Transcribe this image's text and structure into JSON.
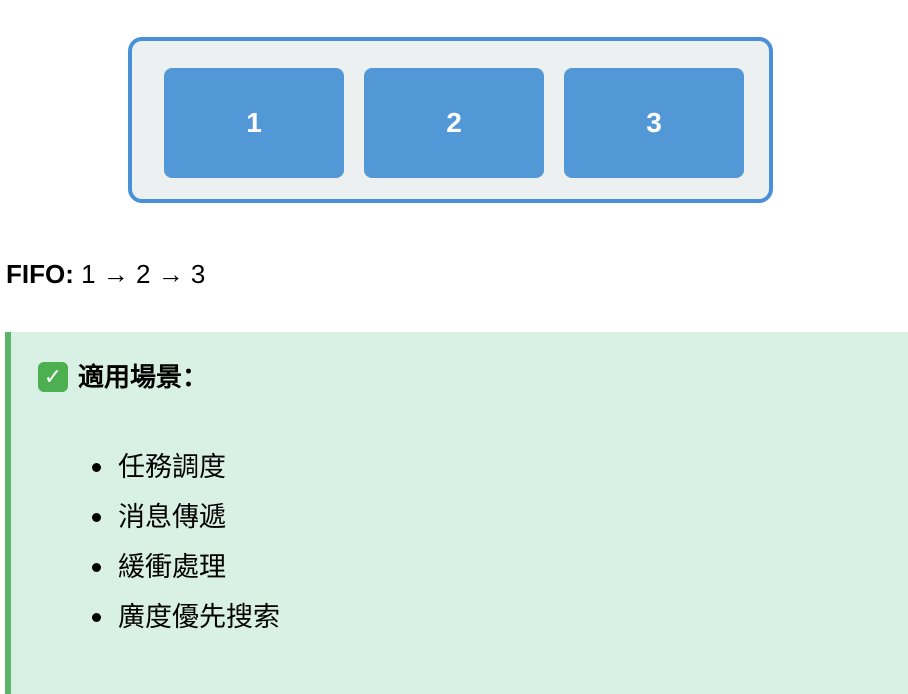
{
  "queue": {
    "items": [
      "1",
      "2",
      "3"
    ]
  },
  "fifo": {
    "label": "FIFO:",
    "sequence": "1 → 2 → 3"
  },
  "usecases": {
    "icon": "check-mark-icon",
    "title": "適用場景：",
    "items": [
      "任務調度",
      "消息傳遞",
      "緩衝處理",
      "廣度優先搜索"
    ]
  },
  "colors": {
    "queue_border": "#4a90d9",
    "queue_background": "#ecf0f1",
    "item_fill": "#5398d6",
    "usecase_background": "#d9f1e4",
    "usecase_accent": "#5bb46a",
    "check_icon": "#4caf50"
  }
}
